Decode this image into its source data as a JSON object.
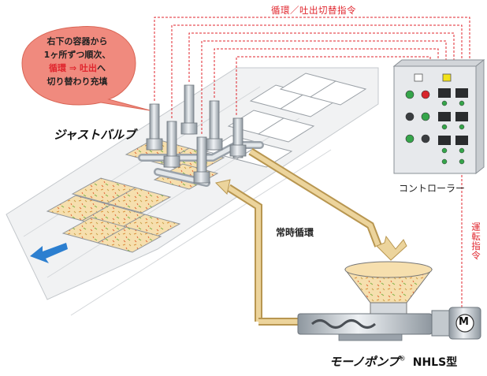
{
  "top_label": "循環／吐出切替指令",
  "bubble": {
    "line1": "右下の容器から",
    "line2": "1ヶ所ずつ順次、",
    "line3_a": "循環",
    "line3_arrow": "⇒",
    "line3_b": "吐出",
    "line3_c": "へ",
    "line4": "切り替わり充填"
  },
  "valve_label": "ジャストバルブ",
  "controller_label": "コントローラー",
  "circulation_label": "常時循環",
  "run_command_label": "運転指令",
  "pump": {
    "brand": "モーノポンプ",
    "registered": "®",
    "model": "NHLS型",
    "motor_symbol": "M"
  },
  "colors": {
    "accent_red": "#e0262e",
    "bubble_fill": "#f08a7e",
    "product_fill": "#f5dca8",
    "pipe_fill": "#e6c98a",
    "steel": "#b9c1c8",
    "panel": "#e7e9ec",
    "lamp_green": "#35a54a",
    "lamp_red": "#d8262c",
    "lamp_yellow": "#f2e21a",
    "direction_arrow": "#2c7fd0"
  }
}
